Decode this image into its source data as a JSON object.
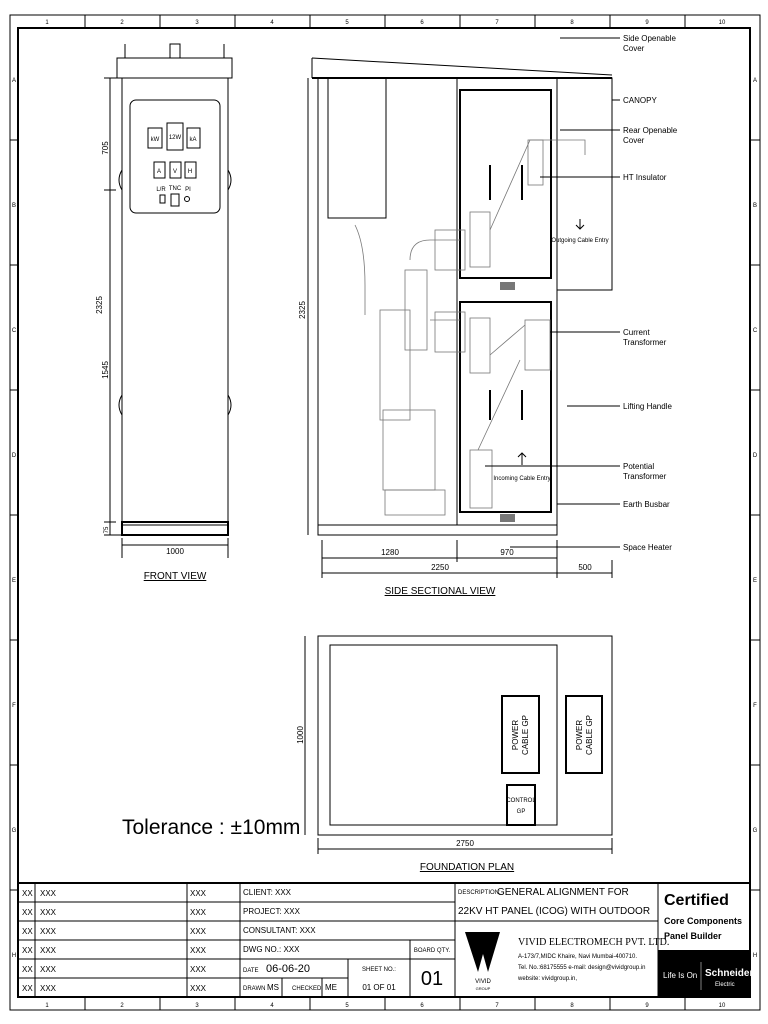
{
  "grid": {
    "columns": [
      "1",
      "2",
      "3",
      "4",
      "5",
      "6",
      "7",
      "8",
      "9",
      "10"
    ],
    "rows": [
      "A",
      "B",
      "C",
      "D",
      "E",
      "F",
      "G",
      "H"
    ]
  },
  "front_view": {
    "title": "FRONT VIEW",
    "dims": {
      "d705": "705",
      "d2325": "2325",
      "d1545": "1545",
      "d75": "75",
      "width": "1000"
    },
    "panel_labels": {
      "lr": "L/R",
      "tnc": "TNC",
      "pi": "PI",
      "meter_a": "A",
      "meter_v": "V",
      "meter_h": "H",
      "m1": "kW",
      "m2": "12W",
      "m3": "kA"
    }
  },
  "side_view": {
    "title": "SIDE SECTIONAL VIEW",
    "dims": {
      "height": "2325",
      "d1280": "1280",
      "d970": "970",
      "d2250": "2250",
      "d500": "500"
    },
    "outgoing": "Outgoing Cable Entry",
    "incoming": "Incoming Cable Entry",
    "callouts": [
      {
        "l1": "Side Openable",
        "l2": "Cover"
      },
      {
        "l1": "CANOPY",
        "l2": ""
      },
      {
        "l1": "Rear Openable",
        "l2": "Cover"
      },
      {
        "l1": "HT Insulator",
        "l2": ""
      },
      {
        "l1": "Current",
        "l2": "Transformer"
      },
      {
        "l1": "Lifting Handle",
        "l2": ""
      },
      {
        "l1": "Potential",
        "l2": "Transformer"
      },
      {
        "l1": "Earth Busbar",
        "l2": ""
      },
      {
        "l1": "Space Heater",
        "l2": ""
      }
    ]
  },
  "foundation": {
    "title": "FOUNDATION PLAN",
    "depth": "1000",
    "width": "2750",
    "power_cable_1": [
      "POWER",
      "CABLE GP"
    ],
    "power_cable_2": [
      "POWER",
      "CABLE GP"
    ],
    "control": [
      "CONTROL",
      "GP"
    ]
  },
  "tolerance": "Tolerance : ±10mm",
  "title_block": {
    "revisions": [
      [
        "XX",
        "XXX",
        "XXX"
      ],
      [
        "XX",
        "XXX",
        "XXX"
      ],
      [
        "XX",
        "XXX",
        "XXX"
      ],
      [
        "XX",
        "XXX",
        "XXX"
      ],
      [
        "XX",
        "XXX",
        "XXX"
      ],
      [
        "XX",
        "XXX",
        "XXX"
      ]
    ],
    "client": "CLIENT:  XXX",
    "project": "PROJECT: XXX",
    "consultant": "CONSULTANT: XXX",
    "dwg_no": "DWG NO.: XXX",
    "board_qty_label": "BOARD QTY.",
    "board_qty": "01",
    "date_label": "DATE",
    "date": "06-06-20",
    "sheet_label": "SHEET NO.:",
    "sheet": "01 OF 01",
    "drawn_label": "DRAWN",
    "drawn": "MS",
    "checked_label": "CHECKED",
    "checked": "ME",
    "description_label": "DESCRIPTION:",
    "description_1": "GENERAL ALIGNMENT FOR",
    "description_2": "22KV HT PANEL (ICOG) WITH OUTDOOR",
    "company": "VIVID ELECTROMECH PVT. LTD.",
    "logo_text": "VIVID",
    "logo_sub": "GROUP",
    "address": "A-173/7,MIDC Khaire, Navi Mumbai-400710.",
    "contact": "Tel. No.:68175555  e-mail: design@vividgroup.in",
    "website": "website:  vividgroup.in,",
    "certified": "Certified",
    "cert_l1": "Core Components",
    "cert_l2": "Panel Builder",
    "life_is_on": "Life Is On",
    "schneider": "Schneider",
    "electric": "Electric"
  }
}
